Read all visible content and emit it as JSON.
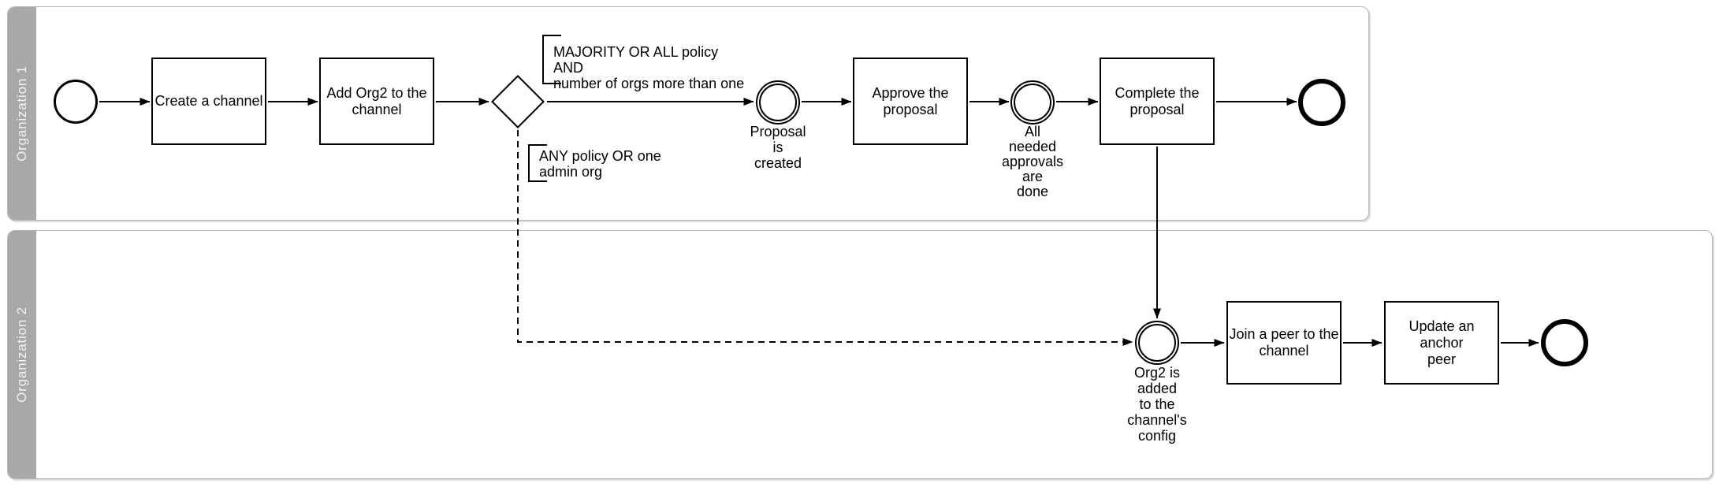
{
  "colors": {
    "stroke": "#000000",
    "shape_fill": "#ffffff",
    "lane_header_fill": "#a8a8a8",
    "lane_border": "#b5b5b5",
    "lane_label_text": "#f2f2f2",
    "background": "#ffffff"
  },
  "lanes": [
    {
      "label": "Organization 1"
    },
    {
      "label": "Organization 2"
    }
  ],
  "tasks": {
    "create_channel": "Create a channel",
    "add_org2": "Add Org2 to the\nchannel",
    "approve_proposal": "Approve the\nproposal",
    "complete_proposal": "Complete the\nproposal",
    "join_peer": "Join a peer to the\nchannel",
    "update_anchor": "Update an anchor\npeer"
  },
  "events": {
    "proposal_created_label": "Proposal\nis\ncreated",
    "approvals_done_label": "All\nneeded\napprovals\nare\ndone",
    "org2_added_label": "Org2 is\nadded\nto the\nchannel's\nconfig"
  },
  "annotations": {
    "majority_policy": "MAJORITY OR ALL policy AND\nnumber of orgs more than one",
    "any_policy": "ANY policy OR one\nadmin org"
  }
}
